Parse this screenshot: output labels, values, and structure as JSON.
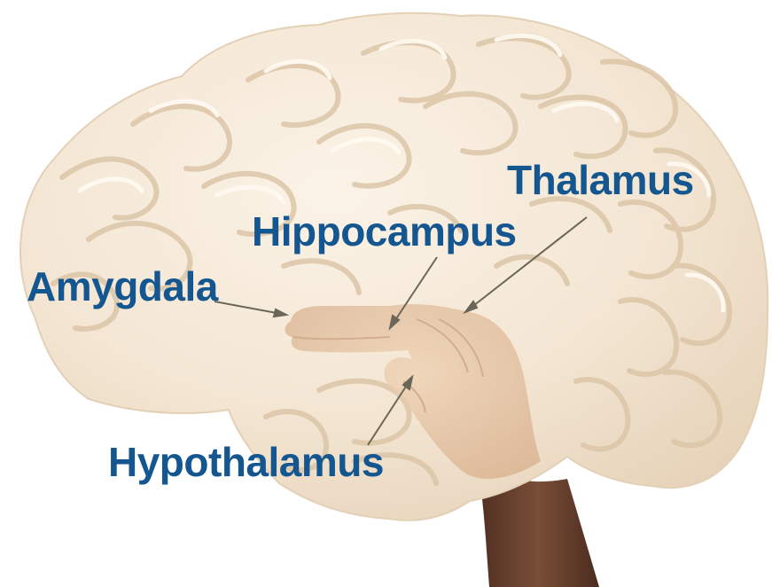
{
  "labels": {
    "thalamus": "Thalamus",
    "hippocampus": "Hippocampus",
    "amygdala": "Amygdala",
    "hypothalamus": "Hypothalamus"
  },
  "colors": {
    "label_text": "#14568f",
    "leader_line": "#6b6657",
    "brain_fill": "#f3e6d4",
    "brain_shadow": "#ddc9ae",
    "brain_highlight": "#fdf7ee",
    "hand_skin": "#e9c9a8",
    "arm_skin": "#6a4330",
    "background": "#ffffff"
  }
}
